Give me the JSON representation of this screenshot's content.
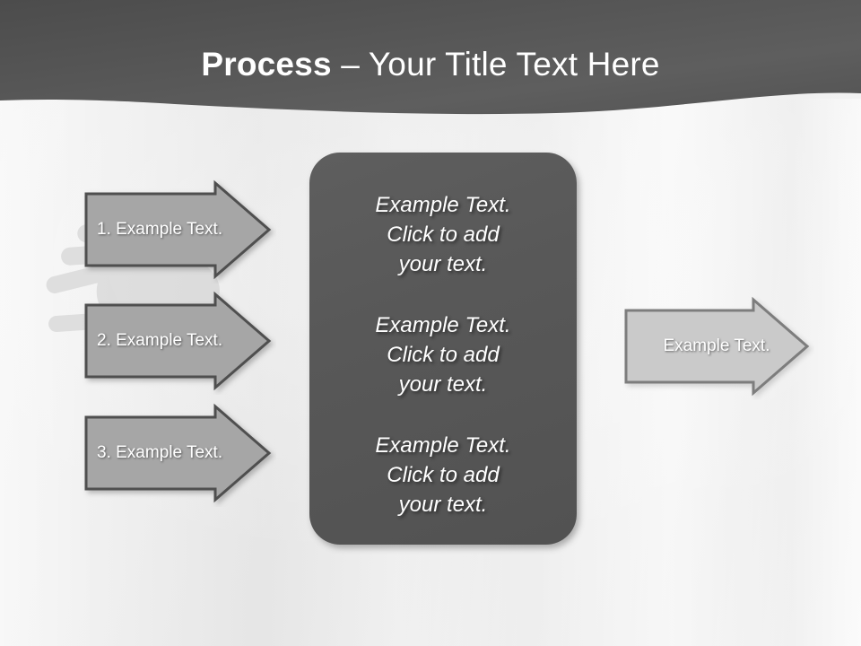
{
  "slide": {
    "title_bold": "Process",
    "title_dash": " – ",
    "title_rest": "Your Title Text Here",
    "header_color": "#555555",
    "accent_arrow_color": "#a6a6a6",
    "accent_arrow_border": "#595959",
    "output_arrow_color": "#cacaca",
    "output_arrow_border": "#808080",
    "panel_color": "#585858",
    "background_color": "#efefef"
  },
  "steps": [
    {
      "label": "1. Example Text."
    },
    {
      "label": "2. Example Text."
    },
    {
      "label": "3. Example Text."
    }
  ],
  "panel": {
    "blocks": [
      "Example Text.\nClick  to add\nyour text.",
      "Example Text.\nClick  to add\nyour text.",
      "Example Text.\nClick  to add\nyour text."
    ]
  },
  "output": {
    "label": "Example Text."
  },
  "icons": {
    "watermark": "hand-icon",
    "step_arrow": "right-arrow-icon",
    "output_arrow": "right-arrow-icon"
  }
}
